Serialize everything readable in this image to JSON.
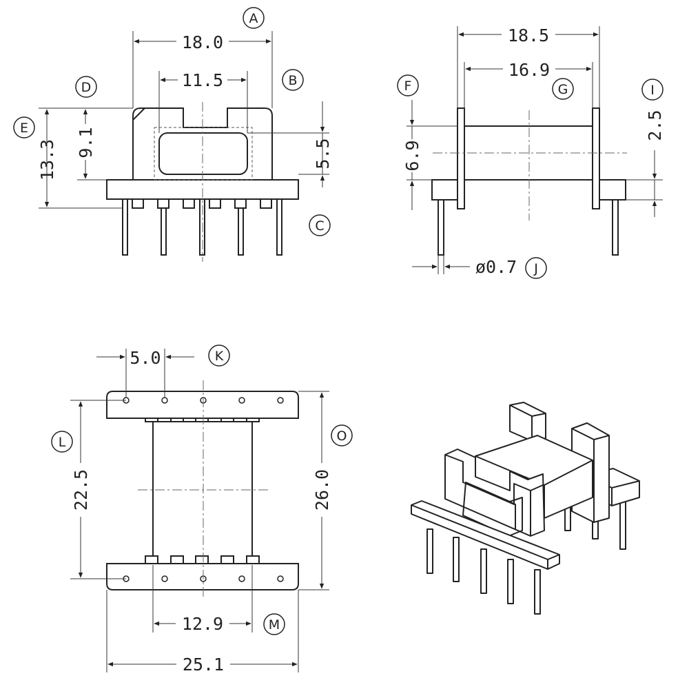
{
  "dimensions": {
    "A": "18.0",
    "B": "11.5",
    "D": "9.1",
    "E": "13.3",
    "C": "5.5",
    "F": "6.9",
    "G": "16.9",
    "top_width_right": "18.5",
    "I": "2.5",
    "J": "ø0.7",
    "K": "5.0",
    "L": "22.5",
    "O": "26.0",
    "M": "12.9",
    "bottom_width": "25.1"
  },
  "callouts": [
    "A",
    "B",
    "C",
    "D",
    "E",
    "F",
    "G",
    "I",
    "J",
    "K",
    "L",
    "M",
    "O"
  ]
}
